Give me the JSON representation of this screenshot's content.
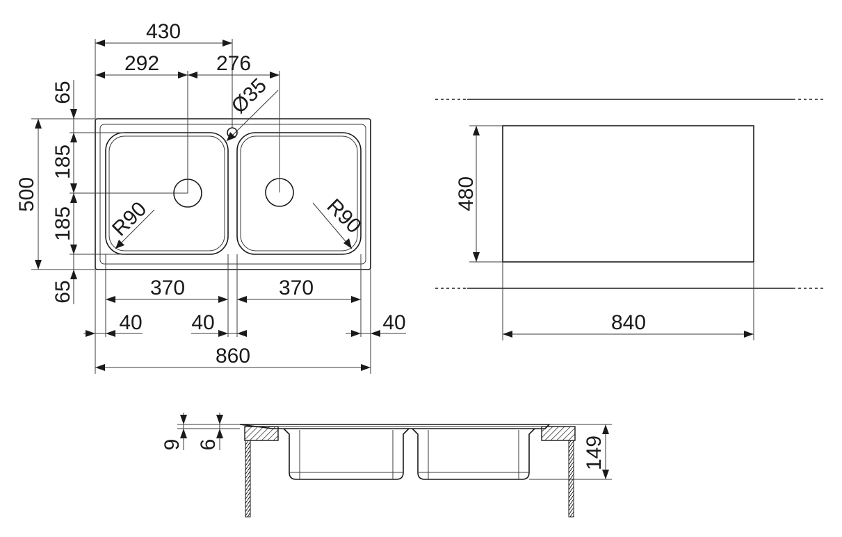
{
  "top_view": {
    "overall_width": "860",
    "bowl_offset": "430",
    "left_bowl_drain": "292",
    "right_bowl_drain": "276",
    "tap_hole": "Ø35",
    "rim_top": "65",
    "rim_bottom": "65",
    "depth_upper": "185",
    "depth_lower": "185",
    "overall_depth": "500",
    "bowl_width_left": "370",
    "bowl_width_right": "370",
    "margin_left": "40",
    "margin_middle": "40",
    "margin_right": "40",
    "radius_left": "R90",
    "radius_right": "R90"
  },
  "cutout_view": {
    "cutout_width": "840",
    "cutout_depth": "480"
  },
  "section_view": {
    "flange_thickness": "9",
    "rim_height": "6",
    "bowl_depth": "149"
  }
}
